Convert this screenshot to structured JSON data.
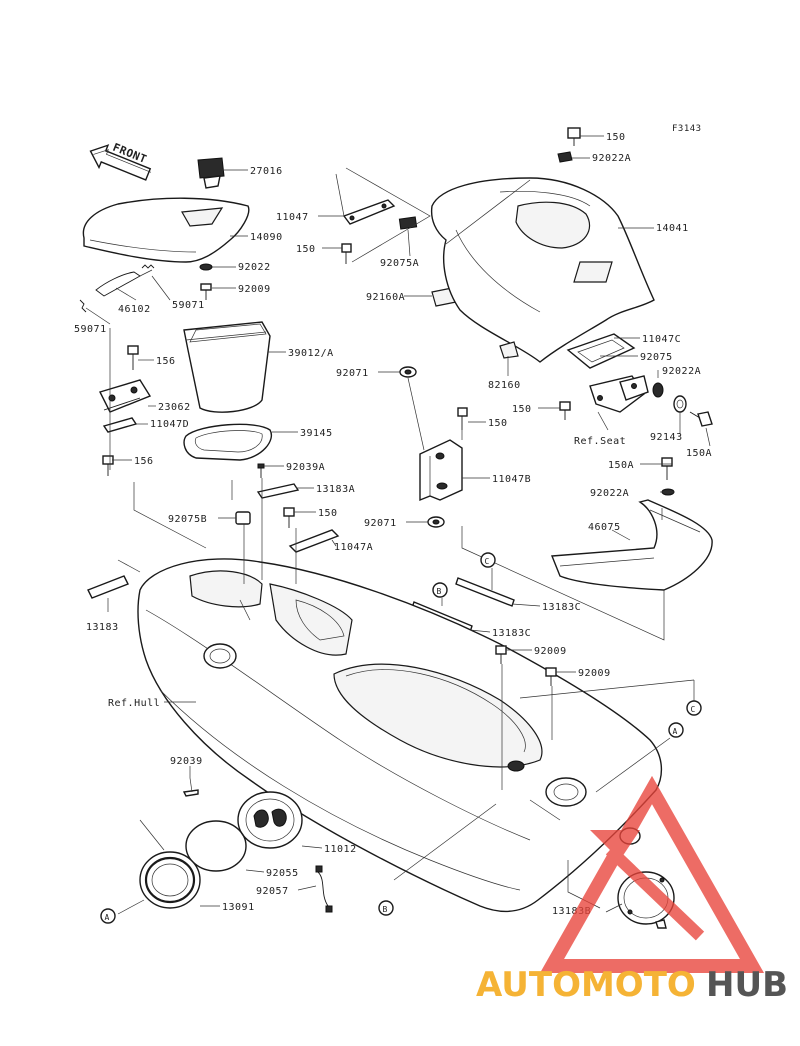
{
  "figure_code": "F3143",
  "front_label": "FRONT",
  "labels": {
    "p150_top": "150",
    "p92022A_top": "92022A",
    "p14041": "14041",
    "p27016": "27016",
    "p14090": "14090",
    "p92022": "92022",
    "p92009_l": "92009",
    "p59071_a": "59071",
    "p46102": "46102",
    "p59071_b": "59071",
    "p11047": "11047",
    "p150_l": "150",
    "p92075A": "92075A",
    "p92160A": "92160A",
    "p11047C": "11047C",
    "p92075": "92075",
    "p92022A_r": "92022A",
    "p82160": "82160",
    "p92071_a": "92071",
    "p150_m": "150",
    "p150_r": "150",
    "p92143": "92143",
    "p150A_r": "150A",
    "ref_seat": "Ref.Seat",
    "p150A": "150A",
    "p92022A_b": "92022A",
    "p156_a": "156",
    "p39012A": "39012/A",
    "p23062": "23062",
    "p11047D": "11047D",
    "p39145": "39145",
    "p156_b": "156",
    "p92039A": "92039A",
    "p13183A": "13183A",
    "p11047B": "11047B",
    "p92075B": "92075B",
    "p150_c": "150",
    "p11047A": "11047A",
    "p92071_b": "92071",
    "p46075": "46075",
    "p13183C_a": "13183C",
    "p13183C_b": "13183C",
    "p13183": "13183",
    "p92009_m": "92009",
    "p92009_r": "92009",
    "ref_hull": "Ref.Hull",
    "p92039": "92039",
    "p11012": "11012",
    "p92055": "92055",
    "p92057": "92057",
    "p13091": "13091",
    "p13183B": "13183B"
  },
  "callouts": {
    "c_right": "C",
    "c_upper": "C",
    "b_upper": "B",
    "a_right": "A",
    "a_left": "A",
    "b_lower": "B"
  },
  "watermark": {
    "part1": "AUTOMOTO",
    "part2": "HUB",
    "color_part1": "#f5b335",
    "color_part2": "#555555",
    "logo_color": "#e8443a"
  }
}
